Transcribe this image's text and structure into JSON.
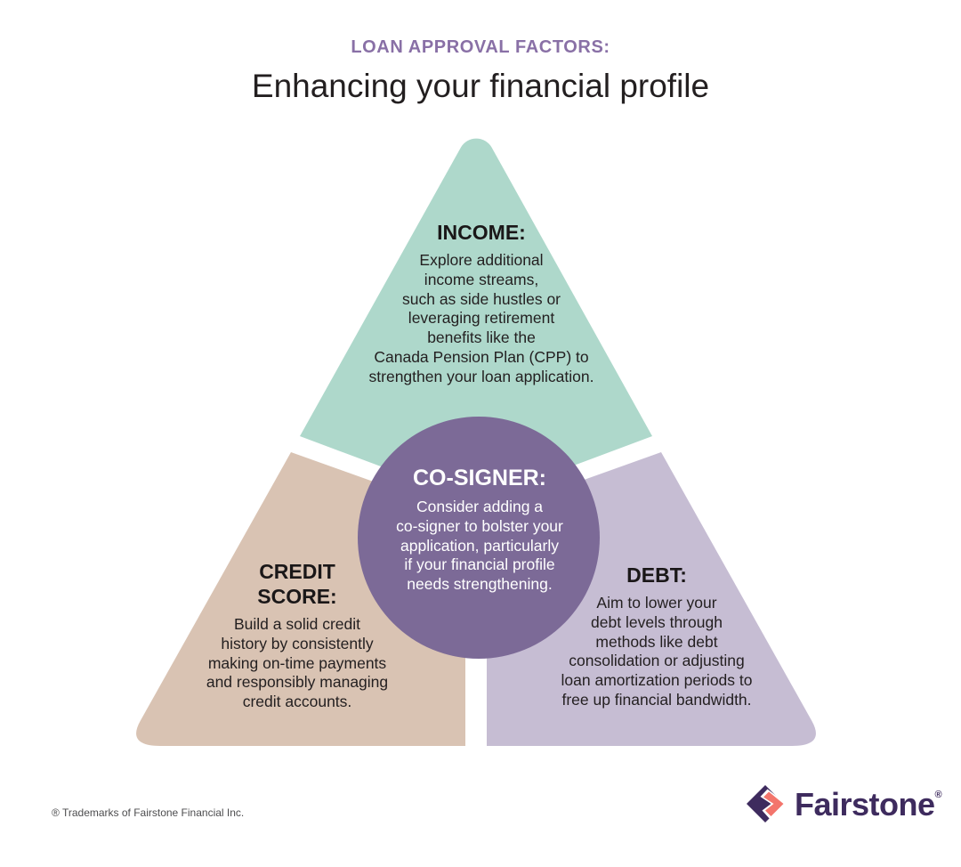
{
  "header": {
    "eyebrow": "LOAN APPROVAL FACTORS:",
    "title": "Enhancing your financial profile"
  },
  "sections": {
    "income": {
      "heading": "INCOME:",
      "body": "Explore additional\nincome streams,\nsuch as side hustles or\nleveraging retirement\nbenefits like the\nCanada Pension Plan (CPP) to\nstrengthen your loan application."
    },
    "cosigner": {
      "heading": "CO-SIGNER:",
      "body": "Consider adding a\nco-signer to bolster your\napplication, particularly\nif your financial profile\nneeds strengthening."
    },
    "credit_score": {
      "heading": "CREDIT\nSCORE:",
      "body": "Build a solid credit\nhistory by consistently\nmaking on-time payments\nand responsibly managing\ncredit accounts."
    },
    "debt": {
      "heading": "DEBT:",
      "body": "Aim to lower your\ndebt levels through\nmethods like debt\nconsolidation or adjusting\nloan amortization periods to\nfree up financial bandwidth."
    }
  },
  "footer": {
    "trademark": "® Trademarks of Fairstone Financial Inc.",
    "brand": "Fairstone",
    "brand_reg": "®"
  },
  "colors": {
    "eyebrow_purple": "#8970a6",
    "title_black": "#231f20",
    "income_bg": "#aed8cb",
    "credit_bg": "#d9c3b3",
    "debt_bg": "#c6bdd3",
    "cosigner_bg": "#7c6a97",
    "brand_purple": "#3e2b5e",
    "brand_coral": "#f3756c",
    "background": "#ffffff"
  }
}
